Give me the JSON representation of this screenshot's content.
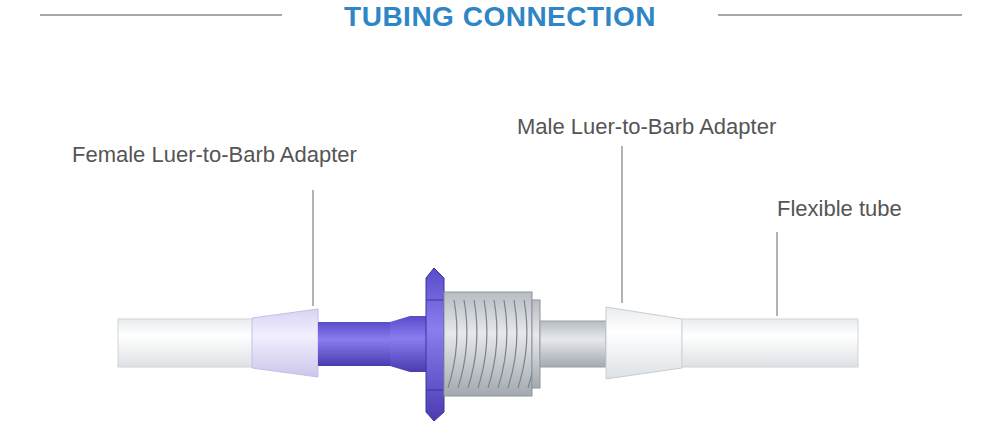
{
  "diagram": {
    "title": "TUBING CONNECTION",
    "labels": [
      "Female Luer-to-Barb Adapter",
      "Male Luer-to-Barb Adapter",
      "Flexible tube"
    ]
  }
}
